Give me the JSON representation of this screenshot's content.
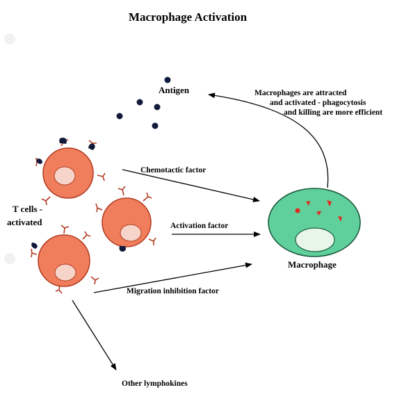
{
  "title": "Macrophage Activation",
  "labels": {
    "antigen": "Antigen",
    "macrophage_response": [
      "Macrophages are attracted",
      "and activated - phagocytosis",
      "and killing are more efficient"
    ],
    "t_cells": [
      "T cells -",
      "activated"
    ],
    "chemotactic": "Chemotactic factor",
    "activation": "Activation factor",
    "migration": "Migration inhibition factor",
    "macrophage": "Macrophage",
    "other": "Other lymphokines"
  },
  "colors": {
    "t_cell_fill": "#f07e5c",
    "t_cell_stroke": "#b23a22",
    "nucleus_fill": "#f7d4c9",
    "receptor": "#b23a22",
    "antigen": "#111a3a",
    "macrophage_fill": "#5fcf9c",
    "macrophage_stroke": "#1b5b3d",
    "macrophage_nucleus": "#e8f6ea",
    "granule": "#e02b1e"
  }
}
